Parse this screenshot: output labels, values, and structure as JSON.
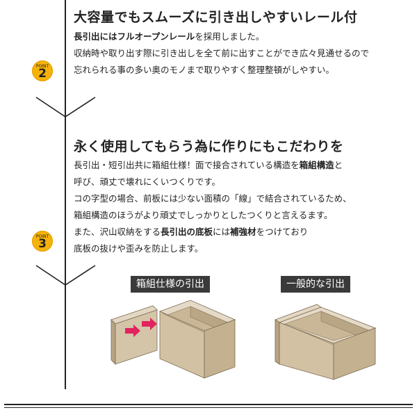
{
  "point2": {
    "badge_label": "POINT",
    "badge_number": "2",
    "heading": "大容量でもスムーズに引き出しやすいレール付",
    "sub_bold": "長引出にはフルオープンレール",
    "sub_rest": "を採用しました。",
    "lines": [
      "収納時や取り出す際に引き出しを全て前に出すことができ広々見通せるので",
      "忘れられる事の多い奥のモノまで取りやすく整理整頓がしやすい。"
    ]
  },
  "point3": {
    "badge_label": "POINT",
    "badge_number": "3",
    "heading": "永く使用してもらう為に作りにもこだわりを",
    "line1_pre": "長引出・短引出共に箱組仕様！面で接合されている構造を",
    "line1_bold": "箱組構造",
    "line1_post": "と",
    "line2": "呼び、頑丈で壊れにくいつくりです。",
    "line3": "コの字型の場合、前板には少ない面積の「線」で結合されているため、",
    "line4": "箱組構造のほうがより頑丈でしっかりとしたつくりと言えるます。",
    "line5_pre": "また、沢山収納をする",
    "line5_bold1": "長引出の底板",
    "line5_mid": "には",
    "line5_bold2": "補強材",
    "line5_post": "をつけており",
    "line6": "底板の抜けや歪みを防止します。"
  },
  "illustrations": {
    "left_label": "箱組仕様の引出",
    "right_label": "一般的な引出"
  },
  "colors": {
    "badge": "#f5b20a",
    "wood_top": "#d9cbb3",
    "wood_side": "#c8b596",
    "wood_dark": "#9c8a6c",
    "arrow": "#e0245e",
    "label_bg": "#3a3a3a"
  }
}
